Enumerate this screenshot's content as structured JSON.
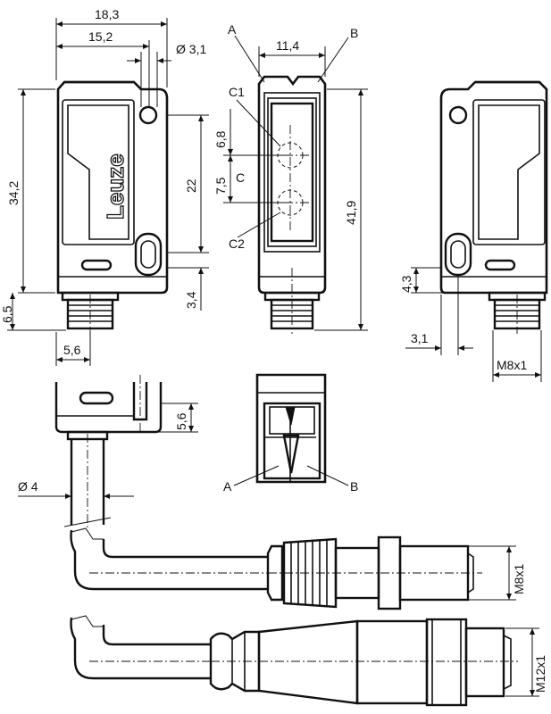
{
  "brand": "Leuze",
  "dims": {
    "width_total": "18,3",
    "width_body": "15,2",
    "hole_dia": "Ø 3,1",
    "height_body": "34,2",
    "hole_spacing": "22",
    "slot_offset": "3,4",
    "connector_height": "6,5",
    "connector_width": "5,6",
    "front_width": "11,4",
    "optic_c1": "6,8",
    "optic_c2": "7,5",
    "total_height": "41,9",
    "side_height": "4,3",
    "side_offset": "3,1",
    "thread_m8": "M8x1",
    "cable_offset": "5,6",
    "cable_dia": "Ø 4",
    "plug_m8": "M8x1",
    "plug_m12": "M12x1"
  },
  "labels": {
    "a": "A",
    "b": "B",
    "c": "C",
    "c1": "C1",
    "c2": "C2",
    "a_bottom": "A",
    "b_bottom": "B"
  }
}
